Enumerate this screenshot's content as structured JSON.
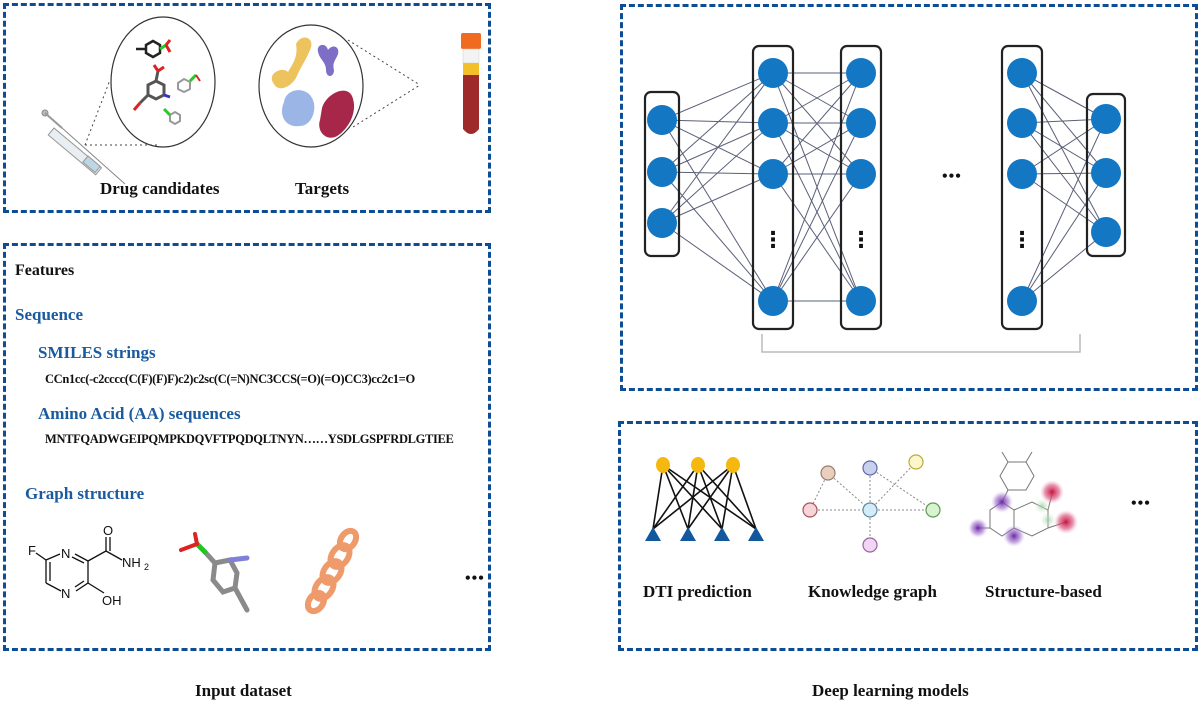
{
  "colors": {
    "border": "#0d4d94",
    "heading_blue": "#1a5a9e",
    "neuron": "#1477c4",
    "dti_top_node": "#f5b80f",
    "dti_bottom_node": "#11589c"
  },
  "input_panel": {
    "caption": "Input dataset",
    "top_box": {
      "drug_label": "Drug candidates",
      "target_label": "Targets",
      "icons": [
        "syringe-icon",
        "molecule-cluster-icon",
        "protein-cluster-icon",
        "blood-tube-icon"
      ]
    },
    "features_box": {
      "title": "Features",
      "sequence_heading": "Sequence",
      "smiles_heading": "SMILES strings",
      "smiles_value": "CCn1cc(-c2cccc(C(F)(F)F)c2)c2sc(C(=N)NC3CCS(=O)(=O)CC3)cc2c1=O",
      "aa_heading": "Amino Acid (AA) sequences",
      "aa_value": "MNTFQADWGEIPQMPKDQVFTPQDQLTNYN……YSDLGSPFRDLGTIEE",
      "graph_heading": "Graph structure",
      "graph_items": [
        "2d-molecule-structure",
        "3d-stick-molecule",
        "protein-helix",
        "more"
      ],
      "mol_labels": {
        "F": "F",
        "N1": "N",
        "N2": "N",
        "O": "O",
        "NH2": "NH",
        "sub2": "2",
        "OH": "OH"
      },
      "ellipsis": "•••"
    }
  },
  "model_panel": {
    "caption": "Deep learning models",
    "network": {
      "layers": [
        {
          "name": "input-layer",
          "nodes": 3,
          "ellipsis": false
        },
        {
          "name": "hidden-layer-1",
          "nodes": 4,
          "ellipsis": true
        },
        {
          "name": "hidden-layer-2",
          "nodes": 4,
          "ellipsis": true
        },
        {
          "name": "hidden-layer-n",
          "nodes": 4,
          "ellipsis": true
        },
        {
          "name": "output-layer",
          "nodes": 3,
          "ellipsis": false
        }
      ],
      "middle_ellipsis": "•••",
      "vertical_ellipsis": "⋮"
    },
    "methods": [
      {
        "label": "DTI prediction",
        "icon": "bipartite-graph-icon"
      },
      {
        "label": "Knowledge graph",
        "icon": "knowledge-graph-icon"
      },
      {
        "label": "Structure-based",
        "icon": "attention-molecule-icon"
      }
    ],
    "methods_ellipsis": "•••"
  }
}
